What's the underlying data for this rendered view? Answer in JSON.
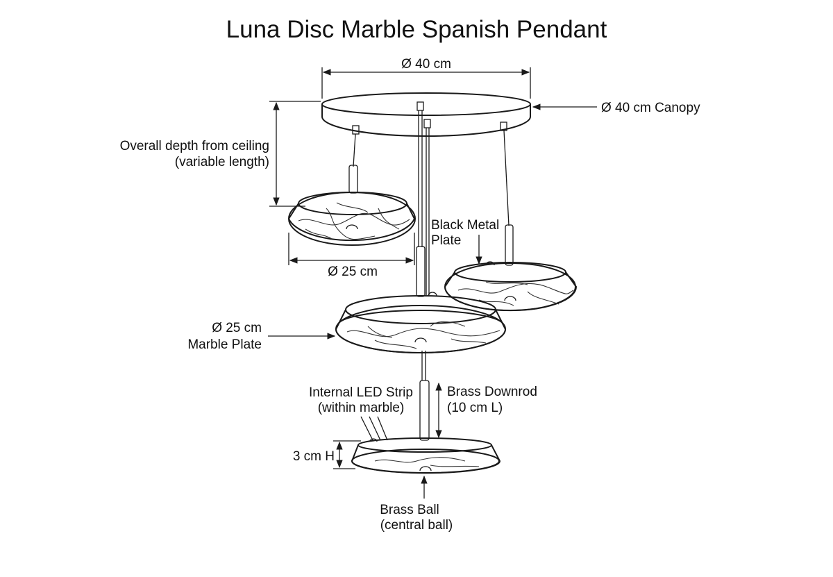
{
  "title": "Luna Disc Marble Spanish Pendant",
  "labels": {
    "canopy_dim": "Ø 40 cm",
    "canopy": "Ø 40 cm Canopy",
    "depth_1": "Overall depth from ceiling",
    "depth_2": "(variable length)",
    "plate_dim": "Ø 25 cm",
    "black_plate_1": "Black Metal",
    "black_plate_2": "Plate",
    "marble_1": "Ø 25 cm",
    "marble_2": "Marble Plate",
    "led_1": "Internal LED Strip",
    "led_2": "(within marble)",
    "downrod_1": "Brass Downrod",
    "downrod_2": "(10 cm L)",
    "height": "3 cm H",
    "ball_1": "Brass Ball",
    "ball_2": "(central ball)"
  }
}
